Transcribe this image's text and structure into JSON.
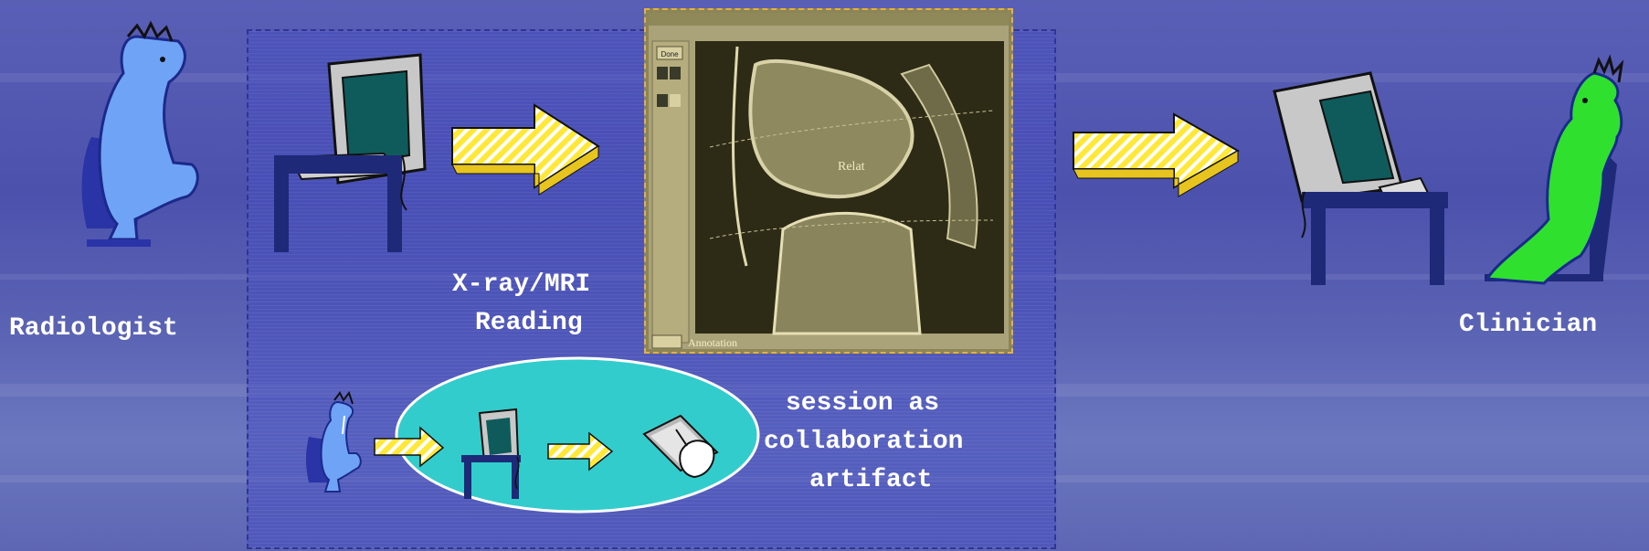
{
  "labels": {
    "radiologist": "Radiologist",
    "clinician": "Clinician",
    "reading_line1": "X-ray/MRI",
    "reading_line2": "Reading",
    "session_line1": "session as",
    "session_line2": "collaboration",
    "session_line3": "artifact"
  },
  "mri_window": {
    "button_label": "Done",
    "annotation_label": "Annotation",
    "image_text": "Relat"
  },
  "colors": {
    "background": "#5058b0",
    "session_box": "#4650be",
    "radiologist_figure": "#6fa3f5",
    "clinician_figure": "#2fe02f",
    "arrow_stripe_yellow": "#ffe838",
    "ellipse": "#33cccc",
    "monitor_screen": "#0f5a5a",
    "monitor_body": "#c8c8c8",
    "desk": "#1e2a78"
  },
  "icons": [
    "radiologist-figure-icon",
    "computer-desk-icon",
    "hatched-arrow-icon",
    "mri-knee-window",
    "clinician-figure-icon",
    "tablet-pen-icon"
  ]
}
